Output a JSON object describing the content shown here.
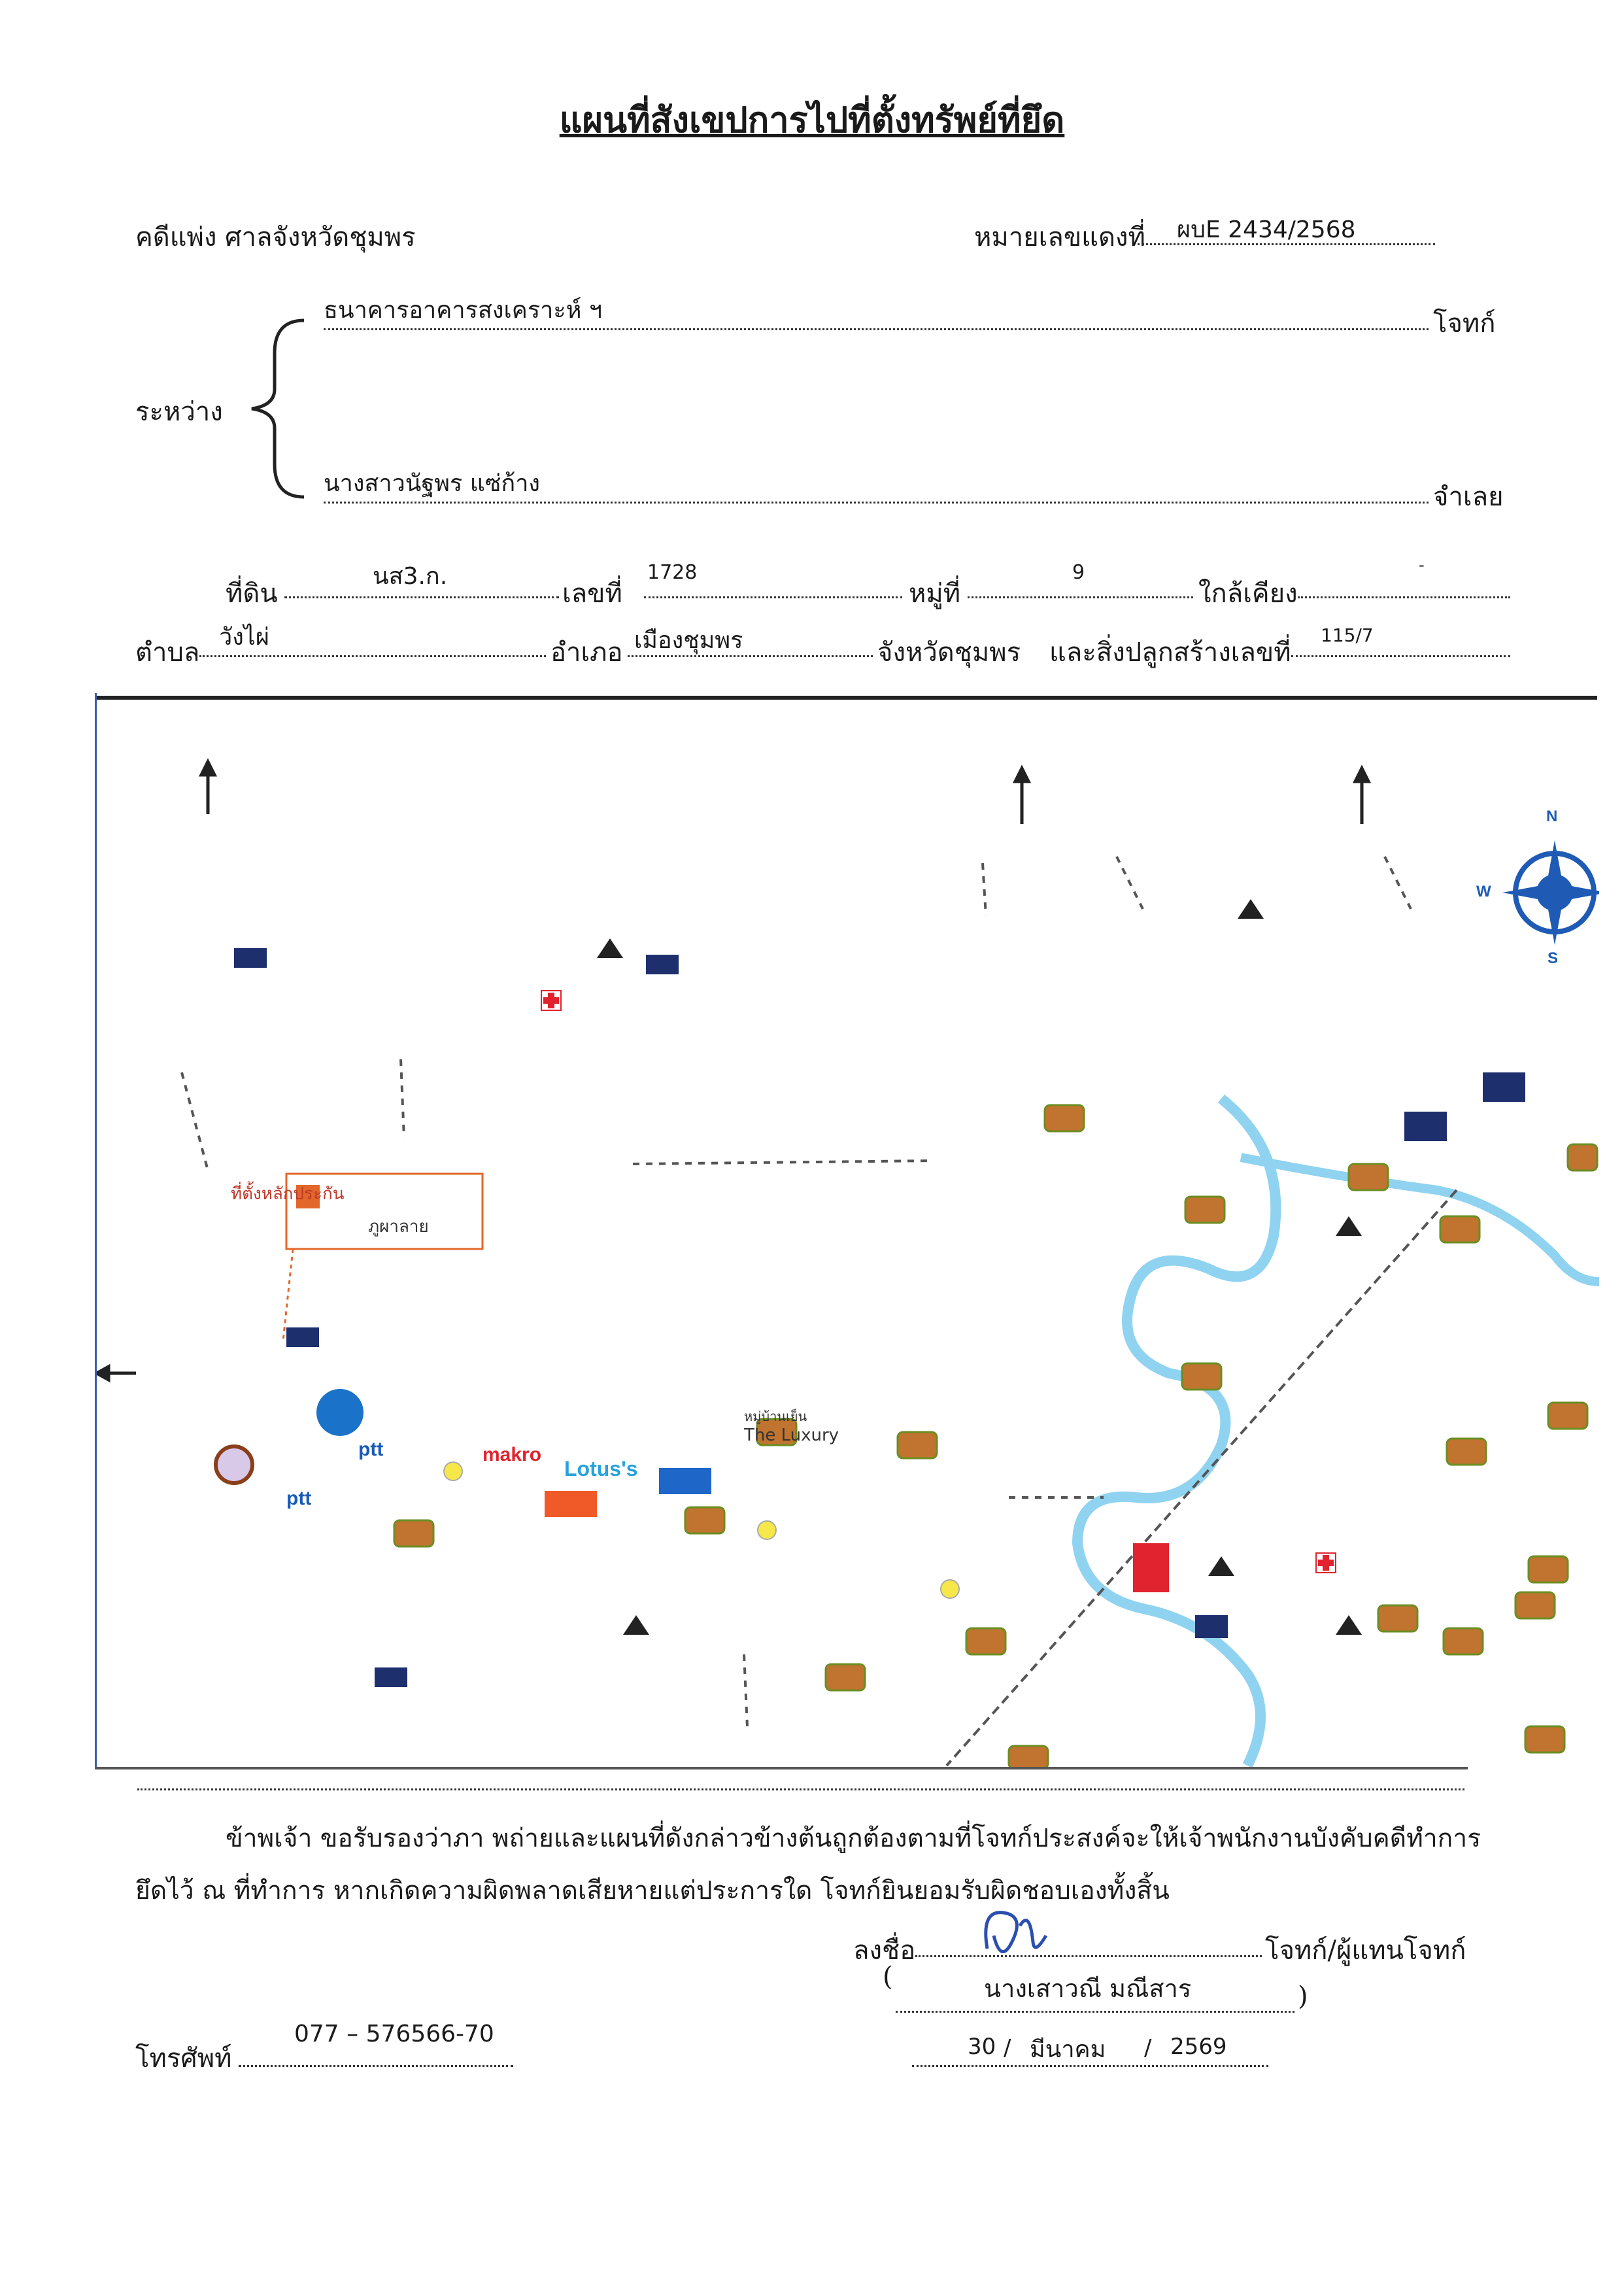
{
  "document": {
    "title": "แผนที่สังเขปการไปที่ตั้งทรัพย์ที่ยึด",
    "case_label": "คดีแพ่ง  ศาลจังหวัดชุมพร",
    "red_number_label": "หมายเลขแดงที่",
    "red_number_value": "ผบE 2434/2568",
    "between_label": "ระหว่าง",
    "plaintiff_value": "ธนาคารอาคารสงเคราะห์ ฯ",
    "plaintiff_label": "โจทก์",
    "defendant_value": "นางสาวนัฐพร  แซ่ก้าง",
    "defendant_label": "จำเลย"
  },
  "land": {
    "land_label": "ที่ดิน",
    "land_type_value": "นส3.ก.",
    "number_label": "เลขที่",
    "number_value": "1728",
    "moo_label": "หมู่ที่",
    "moo_value": "9",
    "near_label": "ใกล้เคียง",
    "near_value": "-",
    "tambon_label": "ตำบล",
    "tambon_value": "วังไผ่",
    "amphoe_label": "อำเภอ",
    "amphoe_value": "เมืองชุมพร",
    "province_label": "จังหวัดชุมพร",
    "building_label": "และสิ่งปลูกสร้างเลขที่",
    "building_value": "115/7"
  },
  "map": {
    "property_pin_label": "ที่ตั้งหลักประกัน",
    "property_pin_sub": "ภูผาลาย",
    "place_the_luxury_th": "หมู่บ้านเย็น",
    "place_the_luxury_en": "The Luxury",
    "brand_ptt": "ptt",
    "brand_makro": "makro",
    "brand_lotus": "Lotus's",
    "compass_n": "N",
    "compass_s": "S",
    "compass_w": "W",
    "river_color": "#8fd3f0",
    "road_color": "#555555",
    "pin_color": "#e2672a"
  },
  "certification": {
    "statement_line1": "ข้าพเจ้า ขอรับรองว่าภา พถ่ายและแผนที่ดังกล่าวข้างต้นถูกต้องตามที่โจทก์ประสงค์จะให้เจ้าพนักงานบังคับคดีทำการ",
    "statement_line2": "ยึดไว้ ณ ที่ทำการ หากเกิดความผิดพลาดเสียหายแต่ประการใด โจทก์ยินยอมรับผิดชอบเองทั้งสิ้น",
    "sign_label": "ลงชื่อ",
    "sign_role": "โจทก์/ผู้แทนโจทก์",
    "signer_name": "นางเสาวณี  มณีสาร",
    "phone_label": "โทรศัพท์",
    "phone_value": "077 – 576566-70",
    "date_day": "30",
    "date_month": "มีนาคม",
    "date_year": "2569"
  }
}
